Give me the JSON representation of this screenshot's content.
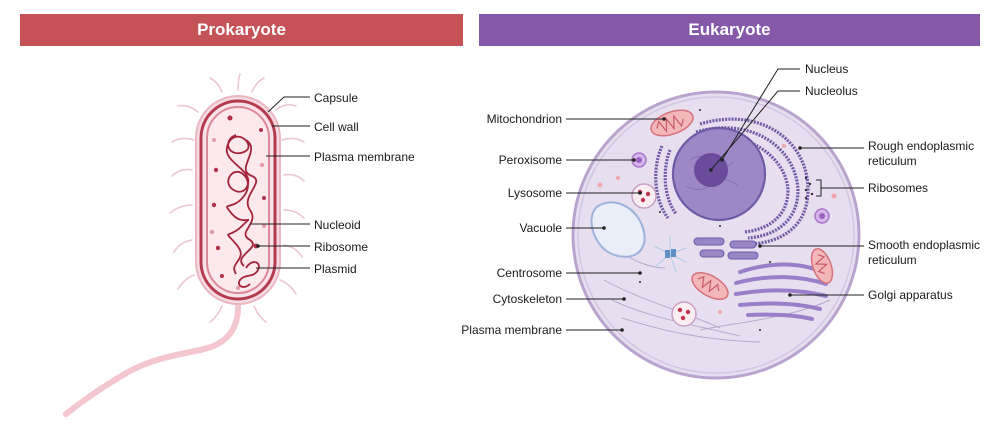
{
  "panels": {
    "prokaryote": {
      "title": "Prokaryote",
      "color": "#c45257",
      "labels": {
        "capsule": "Capsule",
        "cell_wall": "Cell wall",
        "plasma_membrane": "Plasma membrane",
        "nucleoid": "Nucleoid",
        "ribosome": "Ribosome",
        "plasmid": "Plasmid"
      }
    },
    "eukaryote": {
      "title": "Eukaryote",
      "color": "#8658aa",
      "labels": {
        "mitochondrion": "Mitochondrion",
        "peroxisome": "Peroxisome",
        "lysosome": "Lysosome",
        "vacuole": "Vacuole",
        "centrosome": "Centrosome",
        "cytoskeleton": "Cytoskeleton",
        "plasma_membrane": "Plasma membrane",
        "nucleus": "Nucleus",
        "nucleolus": "Nucleolus",
        "rough_er_1": "Rough endoplasmic",
        "rough_er_2": "reticulum",
        "ribosomes": "Ribosomes",
        "smooth_er_1": "Smooth endoplasmic",
        "smooth_er_2": "reticulum",
        "golgi": "Golgi apparatus"
      }
    }
  }
}
